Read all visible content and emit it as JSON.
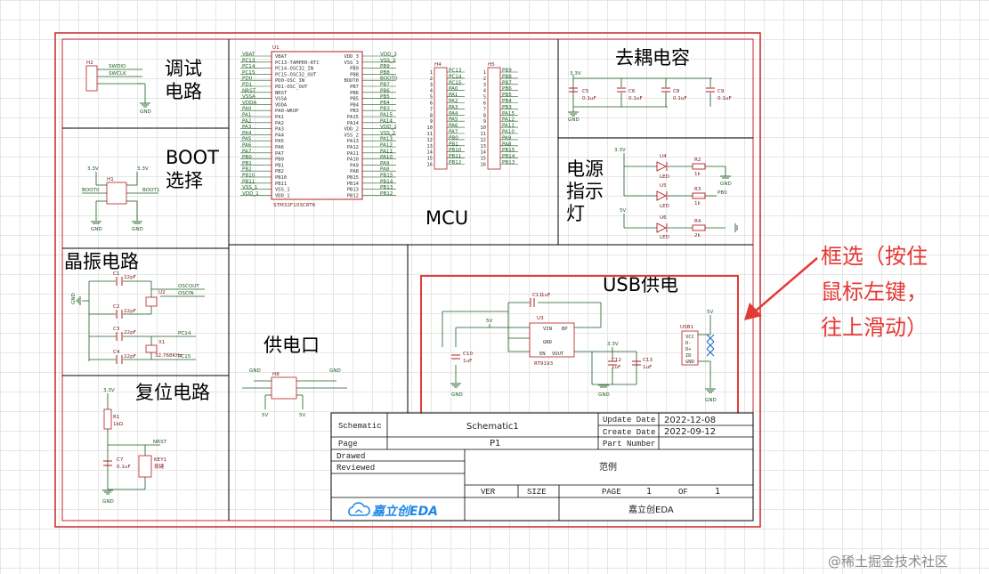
{
  "sections": {
    "debug": "调试\n电路",
    "boot": "BOOT\n选择",
    "crystal": "晶振电路",
    "reset": "复位电路",
    "power_port": "供电口",
    "mcu": "MCU",
    "decoupling": "去耦电容",
    "power_led": "电源\n指示\n灯",
    "usb": "USB供电"
  },
  "annotation": "框选（按住\n鼠标左键，\n往上滑动）",
  "title_block": {
    "schematic_label": "Schematic",
    "schematic_value": "Schematic1",
    "page_label": "Page",
    "page_value": "P1",
    "drawed_label": "Drawed",
    "reviewed_label": "Reviewed",
    "update_label": "Update Date",
    "update_value": "2022-12-08",
    "create_label": "Create Date",
    "create_value": "2022-09-12",
    "part_label": "Part Number",
    "title_value": "范例",
    "ver_label": "VER",
    "size_label": "SIZE",
    "page_num_label": "PAGE",
    "page_num": "1",
    "of_label": "OF",
    "page_total": "1",
    "company": "嘉立创EDA",
    "logo_text": "嘉立创EDA"
  },
  "watermark": "@稀土掘金技术社区",
  "components": {
    "mcu_ref": "U1",
    "mcu_part": "STM32F103C8T6",
    "h4": "H4",
    "h5": "H5",
    "h1": "H1",
    "h2": "H2",
    "h8": "H8",
    "x1": "X1",
    "x1_val": "32.768KHz",
    "u2": "U2",
    "u3": "U3",
    "u3_part": "RT9193",
    "key": "KEY1",
    "key_val": "按键",
    "usb": "USB1",
    "r1": "R1",
    "r1_val": "1kΩ"
  },
  "nets": {
    "swdio": "SWDIO",
    "swclk": "SWCLK",
    "gnd": "GND",
    "v33": "3.3V",
    "v5": "5V",
    "boot0": "BOOT0",
    "boot1": "BOOT1",
    "osc_out": "OSCOUT",
    "osc_in": "OSCIN",
    "pc14": "PC14",
    "pc15": "PC15",
    "nrst": "NRST",
    "pb0": "PB0"
  },
  "mcu_left_pins": [
    "VBAT",
    "PC13-TAMPER-RTC",
    "PC14-OSC32_IN",
    "PC15-OSC32_OUT",
    "PD0-OSC_IN",
    "PD1-OSC_OUT",
    "NRST",
    "VSSA",
    "VDDA",
    "PA0-WKUP",
    "PA1",
    "PA2",
    "PA3",
    "PA4",
    "PA5",
    "PA6",
    "PA7",
    "PB0",
    "PB1",
    "PB2",
    "PB10",
    "PB11",
    "VSS_1",
    "VDD_1"
  ],
  "mcu_right_pins": [
    "VDD_3",
    "VSS_3",
    "PB9",
    "PB8",
    "BOOT0",
    "PB7",
    "PB6",
    "PB5",
    "PB4",
    "PB3",
    "PA15",
    "PA14",
    "VDD_2",
    "VSS_2",
    "PA13",
    "PA12",
    "PA11",
    "PA10",
    "PA9",
    "PA8",
    "PB15",
    "PB14",
    "PB13",
    "PB12"
  ],
  "header_pins": [
    "PC13",
    "PC14",
    "PC15",
    "PA0",
    "PA1",
    "PA2",
    "PA3",
    "PA4",
    "PA5",
    "PA6",
    "PA7",
    "PB0",
    "PB1",
    "PB10",
    "PB11",
    "PB12"
  ],
  "header_pins_b": [
    "PB9",
    "PB8",
    "PB7",
    "PB6",
    "PB5",
    "PB4",
    "PB3",
    "PA15",
    "PA12",
    "PA11",
    "PA10",
    "PA9",
    "PA8",
    "PB15",
    "PB14",
    "PB13"
  ],
  "caps": {
    "c5": "C5",
    "c6": "C6",
    "c8": "C8",
    "c9": "C9",
    "val": "0.1uF",
    "c1": "C1",
    "c2": "C2",
    "c3": "C3",
    "c4": "C4",
    "pf": "22pF",
    "c7": "C7",
    "c10": "C10",
    "c11": "C11",
    "c12": "C12",
    "c13": "C13",
    "uf": "1uF"
  },
  "leds": {
    "u4": "U4",
    "u5": "U5",
    "u6": "U6",
    "led": "LED",
    "r2": "R2",
    "r3": "R3",
    "r4": "R4",
    "rk": "1k",
    "r4v": "2k"
  },
  "usb_pins": [
    "VCC",
    "D-",
    "D+",
    "ID",
    "GND"
  ],
  "u3_pins": [
    "VIN",
    "BP",
    "GND",
    "EN",
    "VOUT"
  ],
  "colors": {
    "border": "#c62828",
    "highlight": "#e53935",
    "wire": "#1b5e20",
    "part": "#b71c1c",
    "grid": "#e6e6e6"
  }
}
